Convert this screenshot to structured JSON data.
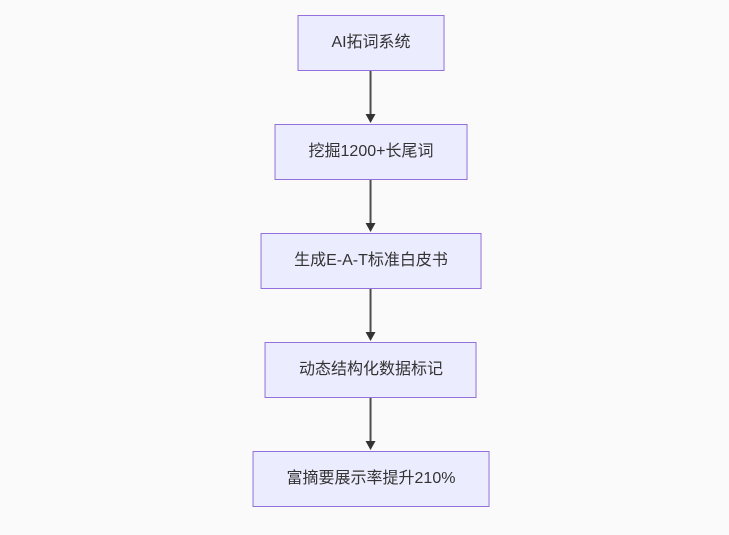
{
  "diagram": {
    "type": "flowchart-top-down",
    "nodes": [
      {
        "id": "node-1",
        "label": "AI拓词系统"
      },
      {
        "id": "node-2",
        "label": "挖掘1200+长尾词"
      },
      {
        "id": "node-3",
        "label": "生成E-A-T标准白皮书"
      },
      {
        "id": "node-4",
        "label": "动态结构化数据标记"
      },
      {
        "id": "node-5",
        "label": "富摘要展示率提升210%"
      }
    ],
    "edges": [
      {
        "from": "node-1",
        "to": "node-2"
      },
      {
        "from": "node-2",
        "to": "node-3"
      },
      {
        "from": "node-3",
        "to": "node-4"
      },
      {
        "from": "node-4",
        "to": "node-5"
      }
    ],
    "colors": {
      "background": "#FAFAFA",
      "node_fill": "#ECECFF",
      "node_border": "#9370DB",
      "text": "#333333",
      "arrow": "#333333",
      "arrow_line": "#4D4D4D"
    }
  }
}
